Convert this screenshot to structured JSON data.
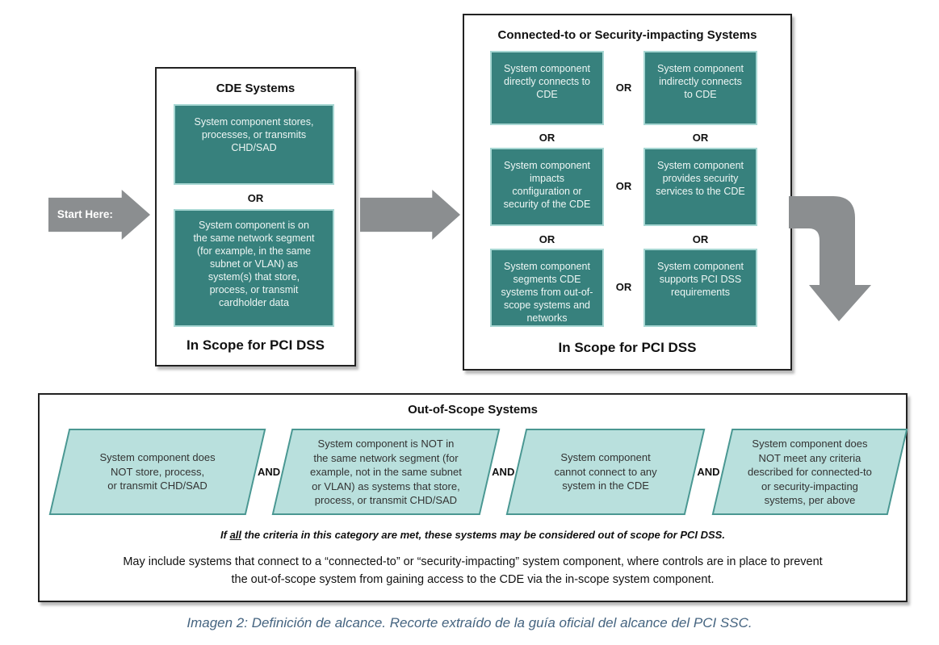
{
  "colors": {
    "teal_box": "#37817d",
    "teal_box_border": "#a7d7d3",
    "teal_box_text": "#eef6f4",
    "parallelogram_fill": "#b9e0dd",
    "parallelogram_border": "#4a9792",
    "arrow_gray": "#8b8e90",
    "panel_border": "#222222",
    "caption_text": "#456480"
  },
  "labels": {
    "or": "OR",
    "and": "AND",
    "in_scope": "In Scope for PCI DSS"
  },
  "start_arrow": {
    "label": "Start Here:"
  },
  "cde_panel": {
    "title": "CDE Systems",
    "box1": "System component stores,\nprocesses, or transmits\nCHD/SAD",
    "box2": "System component is on\nthe same network segment\n(for example, in the same\nsubnet or VLAN) as\nsystem(s) that store,\nprocess, or transmit\ncardholder data"
  },
  "connected_panel": {
    "title": "Connected-to or Security-impacting Systems",
    "rows": [
      {
        "left": "System component\ndirectly connects to\nCDE",
        "right": "System component\nindirectly connects\nto CDE"
      },
      {
        "left": "System component\nimpacts\nconfiguration or\nsecurity of the CDE",
        "right": "System component\nprovides security\nservices to the CDE"
      },
      {
        "left": "System component\nsegments CDE\nsystems from out-of-\nscope systems and\nnetworks",
        "right": "System component\nsupports PCI DSS\nrequirements"
      }
    ]
  },
  "out_of_scope_panel": {
    "title": "Out-of-Scope Systems",
    "criteria": [
      "System component does\nNOT store, process,\nor transmit CHD/SAD",
      "System component is NOT in\nthe same network segment (for\nexample, not in the same subnet\nor VLAN) as systems that store,\nprocess, or transmit CHD/SAD",
      "System component\ncannot connect to any\nsystem in the CDE",
      "System component does\nNOT meet any criteria\ndescribed for connected-to\nor security-impacting\nsystems, per above"
    ],
    "note": {
      "prefix": "If ",
      "underlined": "all",
      "suffix": " the criteria in this category are met, these systems may be considered out of scope for PCI DSS."
    },
    "may_include": "May include systems that connect to a “connected-to” or “security-impacting” system component, where controls are in place to prevent\nthe out-of-scope system from gaining access to the CDE via the in-scope system component."
  },
  "caption": "Imagen 2: Definición de alcance. Recorte extraído de la guía oficial del alcance del PCI SSC."
}
